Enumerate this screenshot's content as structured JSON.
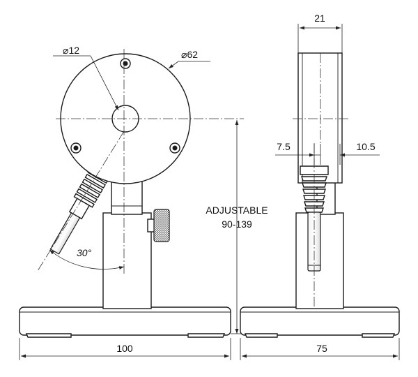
{
  "dimensions": {
    "face_diameter": "62",
    "bore_diameter": "12",
    "side_width": "21",
    "offset_left": "7.5",
    "offset_right": "10.5",
    "height_label_line1": "ADJUSTABLE",
    "height_label_line2": "90-139",
    "angle_value": "30",
    "base_width_front": "100",
    "base_width_side": "75"
  },
  "symbols": {
    "diameter": "⌀",
    "degree": "°"
  }
}
